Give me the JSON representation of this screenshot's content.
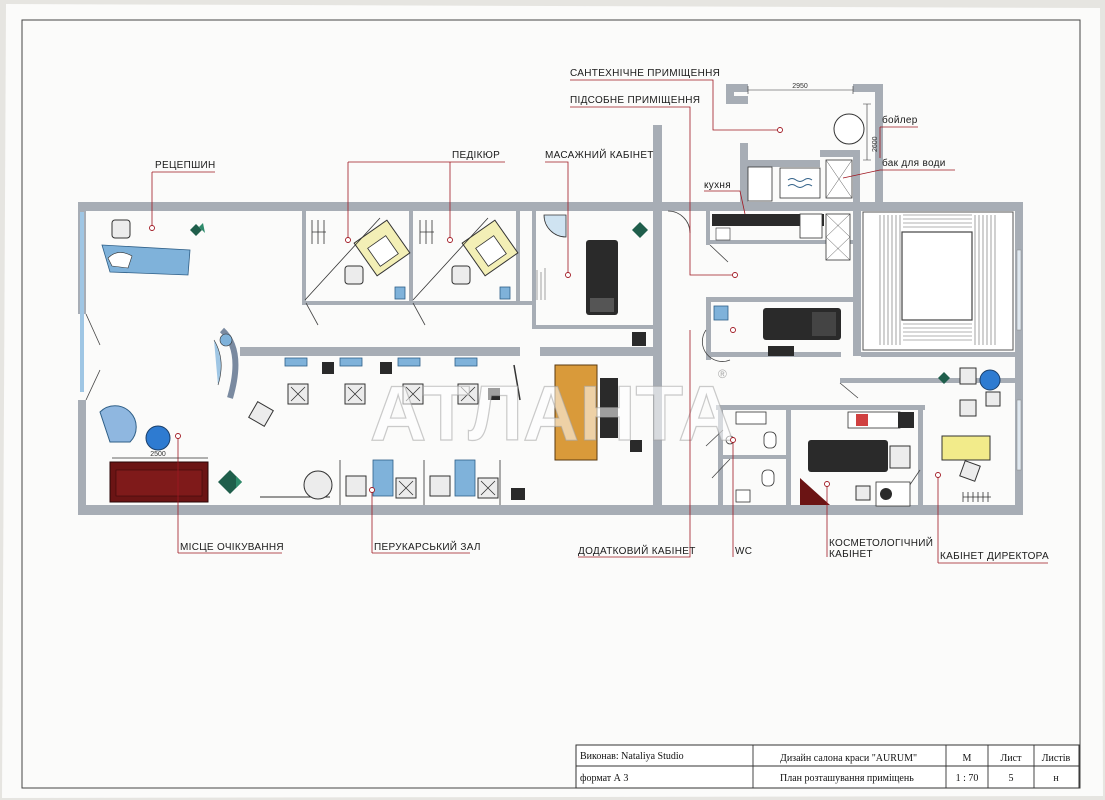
{
  "rooms": {
    "sanitary": "САНТЕХНІЧНЕ ПРИМІЩЕННЯ",
    "utility": "ПІДСОБНЕ ПРИМІЩЕННЯ",
    "massage": "МАСАЖНИЙ КАБІНЕТ",
    "pedicure": "ПЕДІКЮР",
    "reception": "РЕЦЕПШИН",
    "boiler": "бойлер",
    "water_tank": "бак для води",
    "kitchen": "кухня",
    "waiting": "МІСЦЕ ОЧІКУВАННЯ",
    "hair_salon": "ПЕРУКАРСЬКИЙ ЗАЛ",
    "extra_office": "ДОДАТКОВИЙ КАБІНЕТ",
    "wc": "WC",
    "cosmetology_line1": "КОСМЕТОЛОГІЧНИЙ",
    "cosmetology_line2": "КАБІНЕТ",
    "director": "КАБІНЕТ ДИРЕКТОРА"
  },
  "dimensions": {
    "sanitary_width": "2950",
    "sanitary_height": "2600",
    "sofa_length": "2500"
  },
  "watermark": "АТЛАНТА",
  "watermark_mark": "®",
  "title_block": {
    "author": "Виконав: Nataliya Studio",
    "format": "формат А 3",
    "project": "Дизайн  салона краси \"AURUM\"",
    "sheet_title": "План розташування приміщень",
    "scale_header": "М",
    "scale_value": "1 : 70",
    "sheet_header": "Лист",
    "sheet_value": "5",
    "sheets_header": "Листів",
    "sheets_value": "н"
  },
  "colors": {
    "walls": "#a7adb5",
    "leader_lines": "#a01822",
    "accent_blue": "#7fb2da",
    "sofa": "#6b1414",
    "table_orange": "#d99a3a",
    "desk_yellow": "#f2eb8a"
  }
}
